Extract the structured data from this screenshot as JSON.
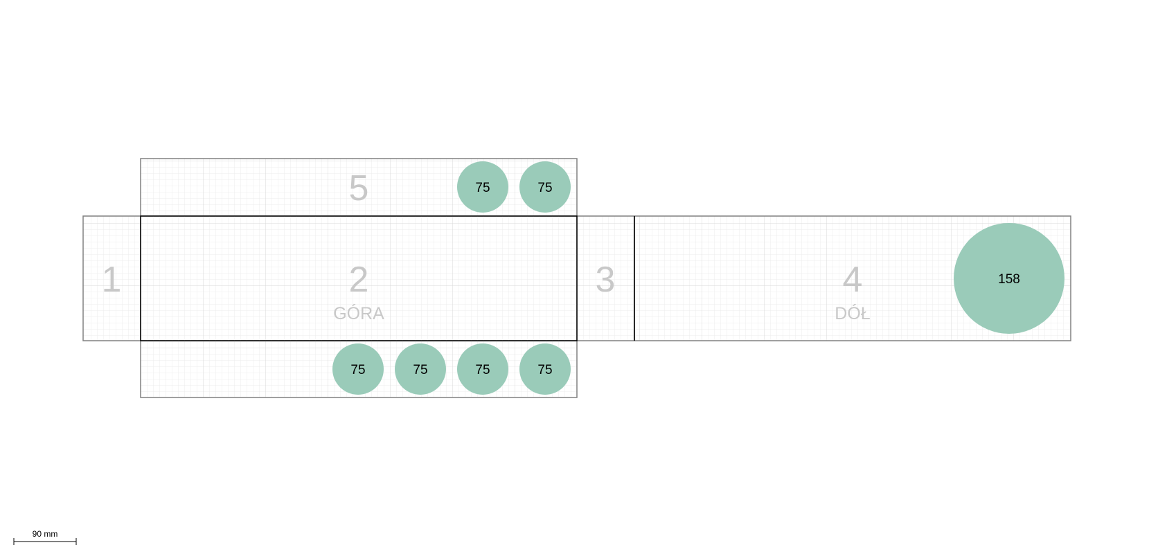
{
  "colors": {
    "circle_fill": "#9acbb9",
    "grid_minor": "#ececec",
    "grid_major": "#d9d9d9",
    "panel_border": "#808080",
    "main_border": "#000000",
    "panel_number": "#c8c8c8"
  },
  "panels": [
    {
      "number": "1",
      "label": ""
    },
    {
      "number": "2",
      "label": "GÓRA"
    },
    {
      "number": "3",
      "label": ""
    },
    {
      "number": "4",
      "label": "DÓŁ"
    },
    {
      "number": "5",
      "label": ""
    }
  ],
  "circles": {
    "top_flap": [
      "75",
      "75"
    ],
    "bottom_flap": [
      "75",
      "75",
      "75",
      "75"
    ],
    "bottom_panel": [
      "158"
    ]
  },
  "scale_bar": {
    "label": "90 mm"
  }
}
